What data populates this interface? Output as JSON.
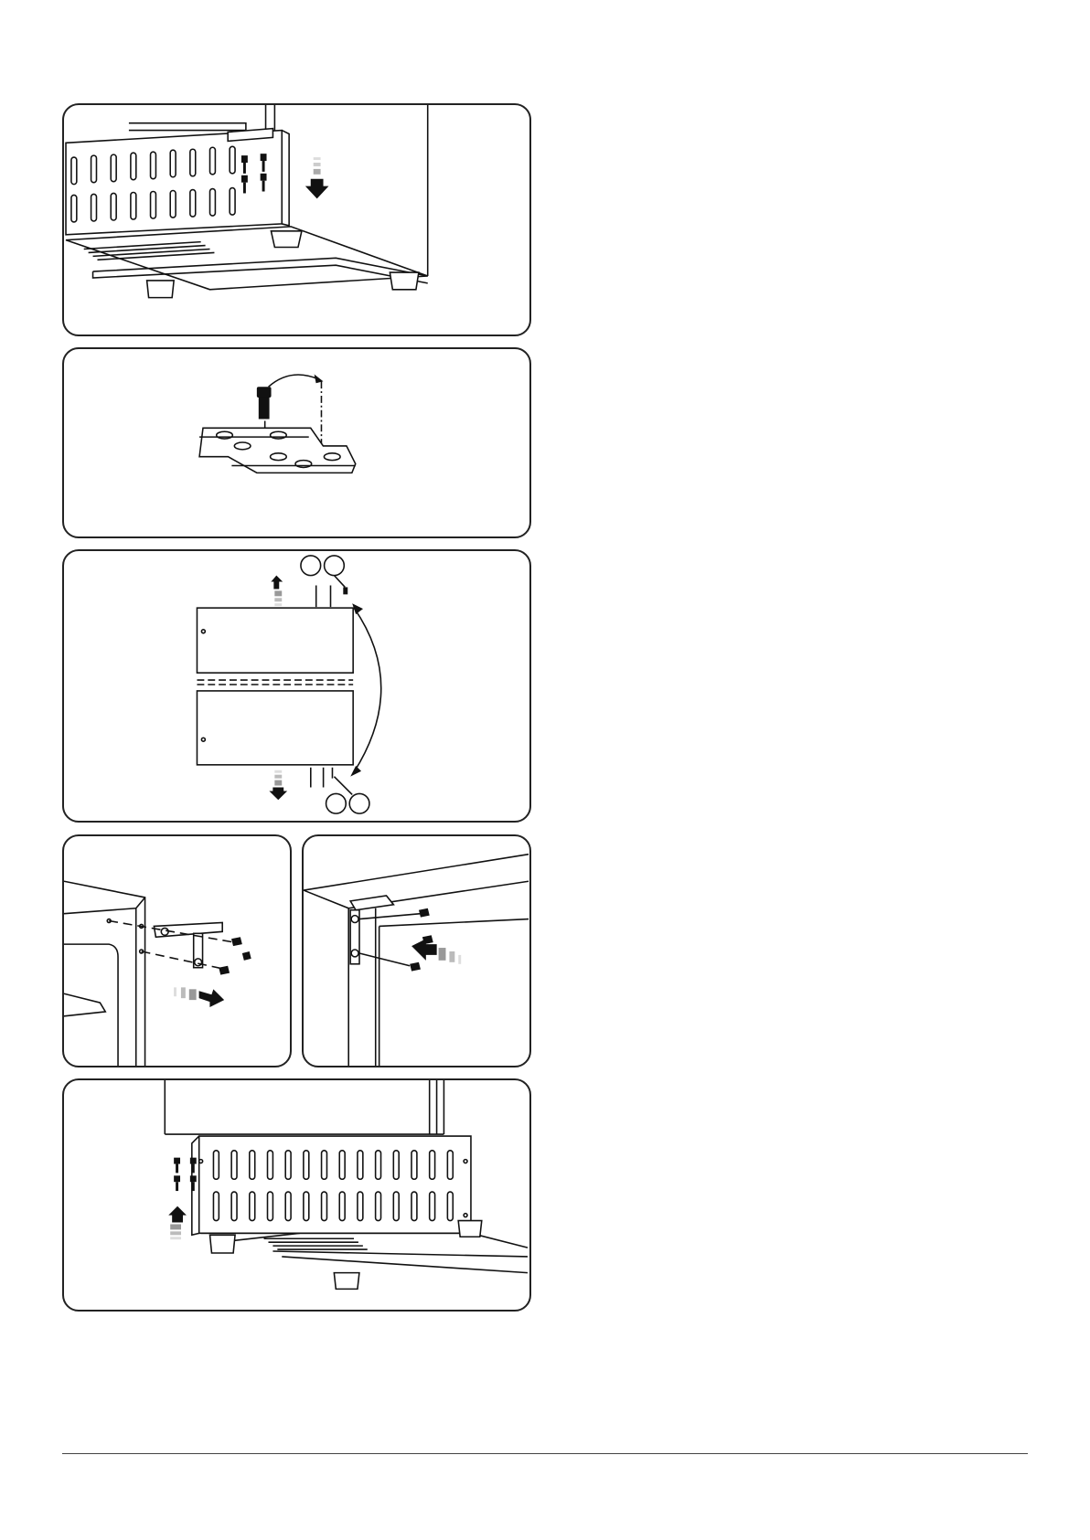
{
  "document": {
    "type": "installation-instructions",
    "panels": [
      {
        "id": "remove-kickplate",
        "icons": [
          "screw-icon",
          "arrow-down-icon",
          "foot-icon"
        ]
      },
      {
        "id": "move-hinge-pin",
        "icons": [
          "hinge-pin-icon",
          "hinge-bracket-icon",
          "curved-arrow-icon"
        ]
      },
      {
        "id": "swap-door-hinges",
        "icons": [
          "door-panel-icon",
          "arrow-up-icon",
          "arrow-down-icon",
          "callout-circle-icon"
        ]
      },
      {
        "id": "remove-top-hinge",
        "icons": [
          "top-hinge-icon",
          "screw-icon",
          "arrow-right-icon"
        ]
      },
      {
        "id": "install-top-hinge",
        "icons": [
          "top-hinge-icon",
          "screw-icon",
          "arrow-left-icon"
        ]
      },
      {
        "id": "reinstall-kickplate",
        "icons": [
          "screw-icon",
          "arrow-up-icon",
          "foot-icon"
        ]
      }
    ],
    "colors": {
      "line": "#111111",
      "panel_border": "#222222",
      "fade": "#bbbbbb"
    }
  }
}
